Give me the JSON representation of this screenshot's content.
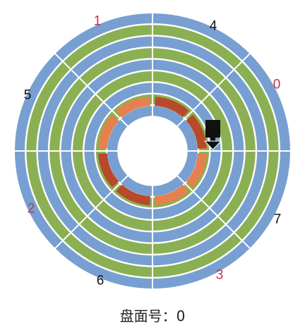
{
  "sector_labels": [
    {
      "text": "1",
      "color": "#c0344a"
    },
    {
      "text": "4",
      "color": "#111111"
    },
    {
      "text": "0",
      "color": "#c0344a"
    },
    {
      "text": "5",
      "color": "#111111"
    },
    {
      "text": "7",
      "color": "#111111"
    },
    {
      "text": "2",
      "color": "#c0344a"
    },
    {
      "text": "3",
      "color": "#c0344a"
    },
    {
      "text": "6",
      "color": "#111111"
    }
  ],
  "caption": {
    "label": "盘面号：",
    "value": "0"
  },
  "colors": {
    "track_blue": "#779fd2",
    "track_green": "#8bb053",
    "inner_orange": "#e6804f",
    "inner_dark": "#b84a2c",
    "divider": "#ffffff",
    "head": "#111111"
  },
  "disk": {
    "tracks": [
      "blue",
      "green",
      "blue",
      "green",
      "blue",
      "green",
      "blue",
      "green",
      "blue"
    ],
    "sectors": 8,
    "inner_ring_dark_sectors": [
      0,
      1,
      4,
      5
    ]
  }
}
